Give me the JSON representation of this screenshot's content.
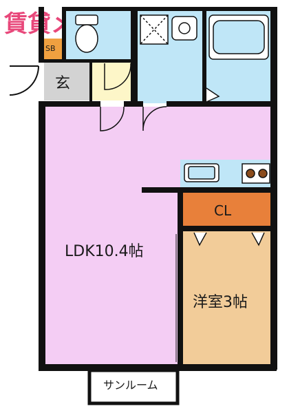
{
  "brand": {
    "name": "賃貸メイト"
  },
  "rooms": {
    "ldk": "LDK10.4帖",
    "western": "洋室3帖",
    "closet": "CL",
    "entrance": "玄",
    "shoe_box": "SB",
    "sunroom": "サンルーム"
  },
  "colors": {
    "ldk_floor": "#f4cdf4",
    "western_floor": "#f2cc99",
    "closet_fill": "#e8803a",
    "wet_area_floor": "#bfe6f7",
    "entrance_floor": "#d3d3d3",
    "shoe_box_fill": "#f0a040",
    "hall_floor": "#fdf6c8",
    "wall": "#111111",
    "brand": "#e8477a"
  }
}
